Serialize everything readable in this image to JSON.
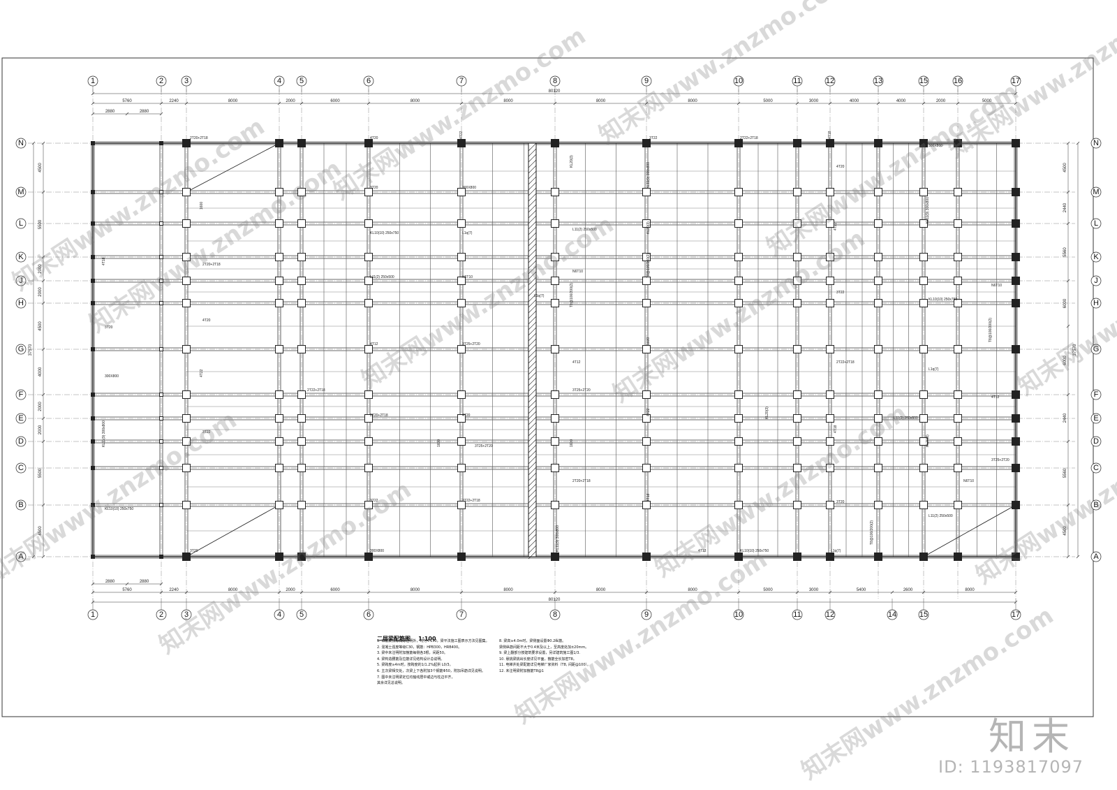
{
  "plan": {
    "title": "二层梁配筋图",
    "scale": "1:100",
    "columns": [
      "1",
      "2",
      "3",
      "4",
      "5",
      "6",
      "7",
      "8",
      "9",
      "10",
      "11",
      "12",
      "13",
      "15",
      "16",
      "17"
    ],
    "bottom_columns": [
      "1",
      "2",
      "3",
      "4",
      "5",
      "6",
      "7",
      "8",
      "9",
      "10",
      "11",
      "12",
      "14",
      "15",
      "17"
    ],
    "rows": [
      "N",
      "M",
      "L",
      "K",
      "J",
      "H",
      "G",
      "F",
      "E",
      "D",
      "C",
      "B",
      "A"
    ],
    "total_dim": "80120",
    "top_dims": [
      "5760",
      "2240",
      "8000",
      "2000",
      "6000",
      "8000",
      "8000",
      "8000",
      "8000",
      "5000",
      "3000",
      "4000",
      "4000",
      "2000",
      "5000"
    ],
    "top_sub_dims": [
      "2880",
      "2880"
    ],
    "bottom_dims": [
      "5760",
      "2240",
      "8000",
      "2000",
      "6000",
      "8000",
      "8000",
      "8000",
      "8000",
      "5000",
      "3000",
      "5400",
      "2600",
      "8000"
    ],
    "bottom_sub_dims": [
      "2880",
      "2880"
    ],
    "left_dims": [
      "4500",
      "5500",
      "2000",
      "2000",
      "4500",
      "4000",
      "2000",
      "2000",
      "5500",
      "4500"
    ],
    "left_total": "37570",
    "right_dims": [
      "4500",
      "2440",
      "5560",
      "6000",
      "6000",
      "2440",
      "5560",
      "4500"
    ],
    "right_total": "37570",
    "beam_samples": [
      "2T20+2T18",
      "4T20",
      "4T22",
      "3T22",
      "2T22+2T18",
      "4T18",
      "3T20",
      "300X800",
      "KL11(9) 300x800",
      "KL10(10) 250x750",
      "L1q(7)",
      "KL20(3)",
      "L11(2) 250x500",
      "N6T10",
      "T8@100/200(2)",
      "4T12",
      "3T25+2T20",
      "1600"
    ],
    "notes_left": [
      "1. 本层梁顶标高除注明外，均为4.150，梁平法施工图表示方法见图集。",
      "2. 混凝土强度等级C30，钢筋：HPB300，HRB400。",
      "3. 梁中未注明附加箍筋每侧各3根，间距50。",
      "4. 梁构造腰筋及拉筋详见结构设计总说明。",
      "5. 梁跨度≥4m时，按跨度的1/1.2%起拱 L0/3。",
      "6. 主次梁相交处，次梁上下各附加3个钢筋Φ50，附加吊筋详见说明。",
      "7. 图中未注明梁定位均轴线居中或边与柱边平齐，",
      "   其余详见总说明。"
    ],
    "notes_right": [
      "8. 梁高≥4.0m时，梁侧面设置Φ0.2纵筋。",
      "   梁侧纵筋间距不大于0.4米及以上，至高度处加±20mm。",
      "9. 梁上翻部分按建筑要求设置，另详建筑施工图1/3.",
      "10. 悬挑梁挑出长度详见平面，箍筋全长加密T8。",
      "11. 电梯井处梁配筋详见电梯厂家资料（T8, 间距@100）。",
      "12. 未注明梁附加箍筋T8@1"
    ]
  },
  "watermark": {
    "text": "知末网www.znzmo.com",
    "brand": "知末",
    "id": "ID: 1193817097"
  },
  "colors": {
    "line": "#1a1a1a",
    "beam": "#3a3a3a",
    "column": "#222222",
    "dim": "#333333"
  }
}
